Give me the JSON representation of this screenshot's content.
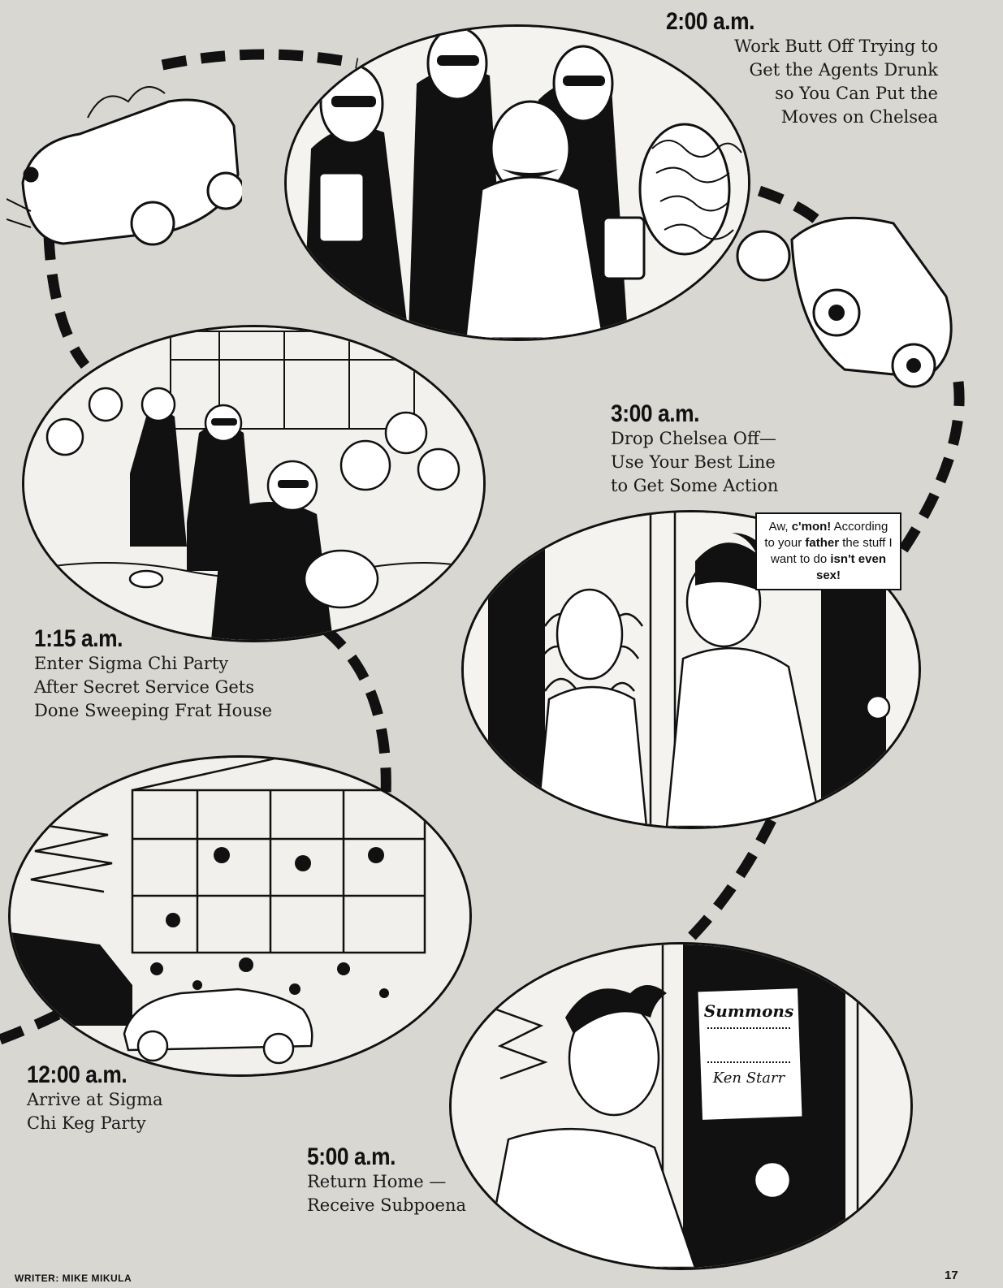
{
  "captions": {
    "c1": {
      "time": "12:00 a.m.",
      "desc": "Arrive at Sigma\nChi Keg Party"
    },
    "c2": {
      "time": "1:15 a.m.",
      "desc": "Enter Sigma Chi Party\nAfter Secret Service Gets\nDone Sweeping Frat House"
    },
    "c3": {
      "time": "2:00 a.m.",
      "desc": "Work Butt Off Trying to\nGet the Agents Drunk\nso You Can Put the\nMoves on Chelsea"
    },
    "c4": {
      "time": "3:00 a.m.",
      "desc": "Drop Chelsea Off—\nUse Your Best Line\nto Get Some Action"
    },
    "c5": {
      "time": "5:00 a.m.",
      "desc": "Return Home —\nReceive Subpoena"
    }
  },
  "speech_bubble": {
    "part1": "Aw, ",
    "bold1": "c'mon!",
    "part2": " According to your ",
    "bold2": "father",
    "part3": " the stuff I want to do ",
    "bold3": "isn't even sex!"
  },
  "summons": {
    "heading": "Summons",
    "signature": "Ken Starr"
  },
  "footer": {
    "credit": "WRITER: MIKE MIKULA",
    "page_number": "17"
  },
  "colors": {
    "page_background": "#d9d7d2",
    "ink": "#111111",
    "panel_fill": "#f3f2ef"
  }
}
